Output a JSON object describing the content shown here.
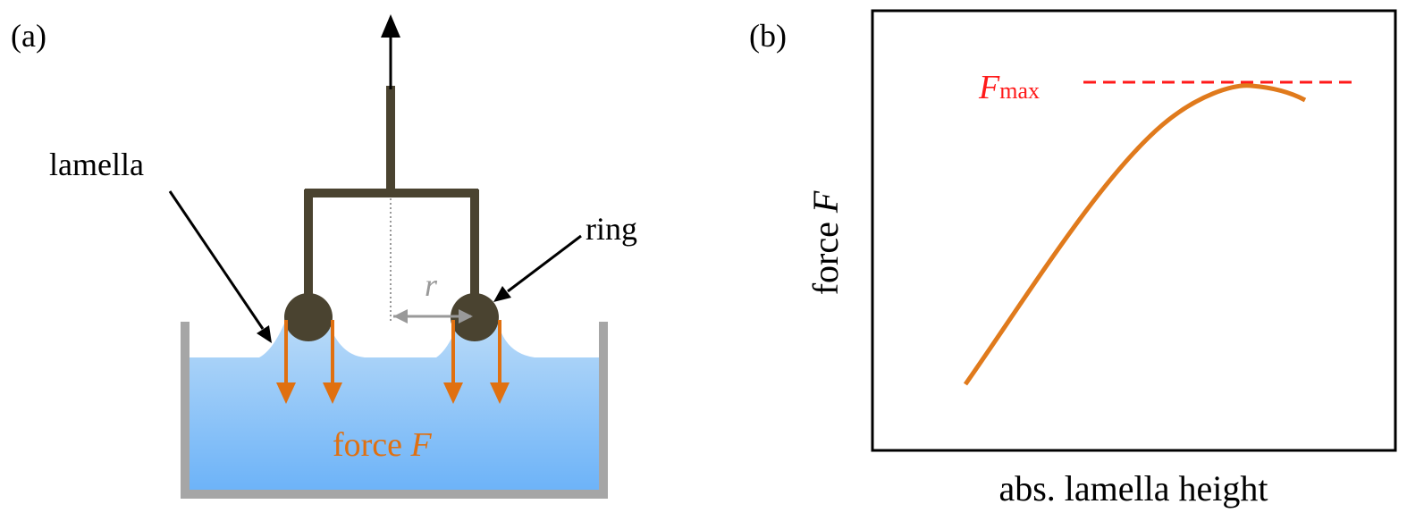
{
  "panel_a": {
    "label": "(a)",
    "lamella_label": "lamella",
    "ring_label": "ring",
    "radius_label": "r",
    "force_word": "force",
    "force_symbol": "F",
    "colors": {
      "ring": "#4a4330",
      "force": "#e07010",
      "water_top": "#bcdcf8",
      "water_bottom": "#6db3f8",
      "container": "#a6a6a6",
      "radius_arrow": "#999999"
    }
  },
  "panel_b": {
    "label": "(b)",
    "y_axis_word": "force",
    "y_axis_symbol": "F",
    "x_axis_label": "abs. lamella height",
    "fmax_symbol": "F",
    "fmax_subscript": "max",
    "colors": {
      "curve": "#e07a1c",
      "fmax_line": "#ff1a1a",
      "frame": "#000000"
    }
  }
}
